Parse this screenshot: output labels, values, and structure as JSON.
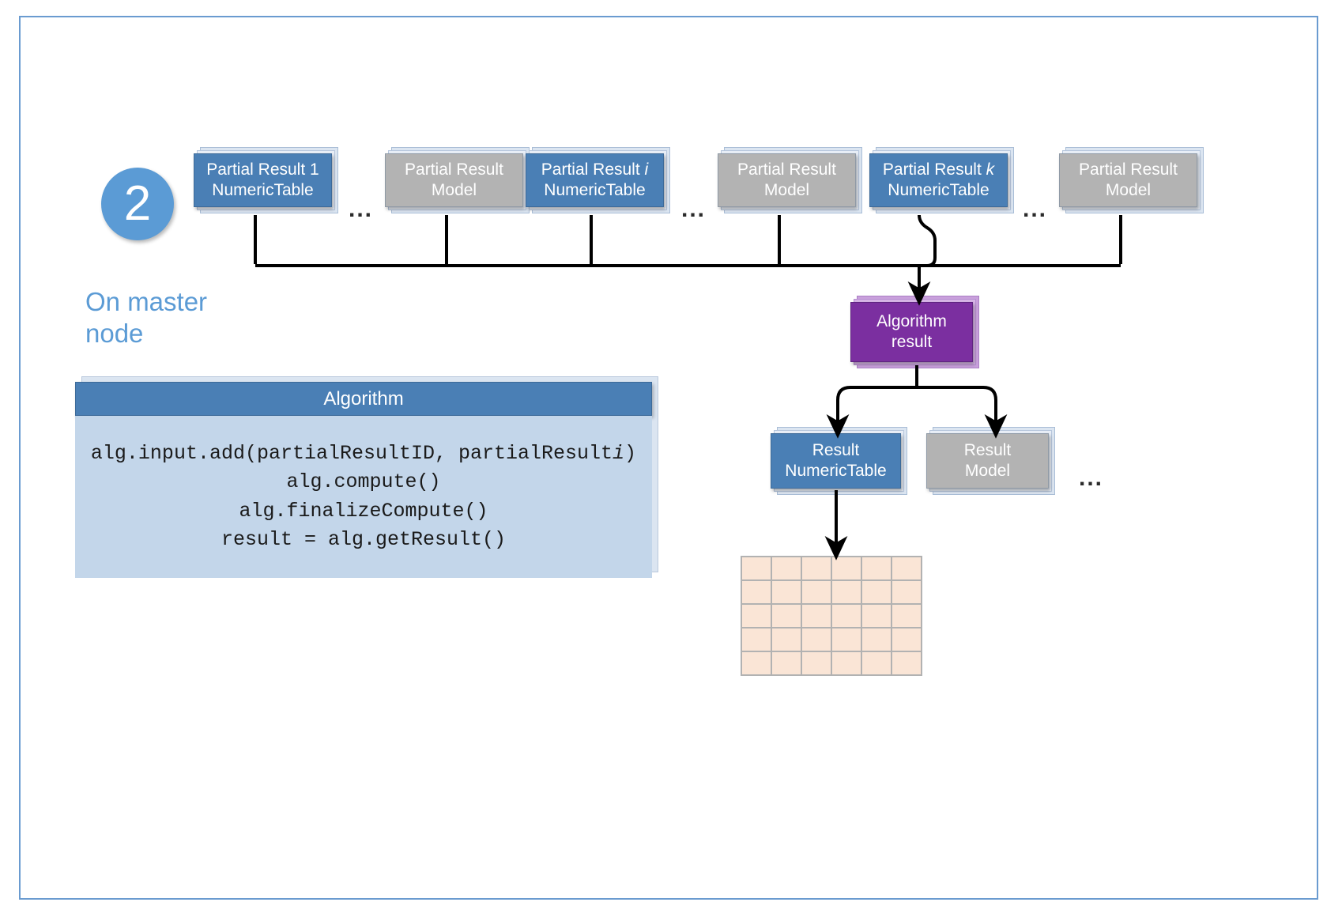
{
  "slide": {
    "step_number": "2",
    "master_node_label": "On master\nnode"
  },
  "partial_results": [
    {
      "line1": "Partial Result 1",
      "line2": "NumericTable",
      "kind": "numerictable",
      "color": "#4a7fb5"
    },
    {
      "line1": "Partial Result",
      "line2": "Model",
      "kind": "model",
      "color": "#b3b3b3"
    },
    {
      "line1": "Partial Result i",
      "line2": "NumericTable",
      "kind": "numerictable",
      "color": "#4a7fb5"
    },
    {
      "line1": "Partial Result",
      "line2": "Model",
      "kind": "model",
      "color": "#b3b3b3"
    },
    {
      "line1": "Partial Result k",
      "line2": "NumericTable",
      "kind": "numerictable",
      "color": "#4a7fb5"
    },
    {
      "line1": "Partial Result",
      "line2": "Model",
      "kind": "model",
      "color": "#b3b3b3"
    }
  ],
  "ellipses": [
    "...",
    "...",
    "...",
    "..."
  ],
  "algorithm_result": {
    "line1": "Algorithm",
    "line2": "result",
    "color": "#7b2fa0"
  },
  "algorithm_card": {
    "title": "Algorithm",
    "code_lines": [
      "alg.input.add(partialResultID, partialResulti)",
      "alg.compute()",
      "alg.finalizeCompute()",
      "result = alg.getResult()"
    ],
    "header_color": "#4a7fb5",
    "body_color": "#c3d6ea"
  },
  "results": [
    {
      "line1": "Result",
      "line2": "NumericTable",
      "kind": "numerictable",
      "color": "#4a7fb5"
    },
    {
      "line1": "Result",
      "line2": "Model",
      "kind": "model",
      "color": "#b3b3b3"
    }
  ],
  "result_grid": {
    "rows": 5,
    "cols": 6,
    "cell_color": "#fae5d6",
    "border_color": "#b2b2b2"
  },
  "colors": {
    "accent_blue": "#5b9bd5",
    "box_blue": "#4a7fb5",
    "box_gray": "#b3b3b3",
    "box_purple": "#7b2fa0",
    "frame_border": "#6a9bd0",
    "connector": "#000000"
  }
}
